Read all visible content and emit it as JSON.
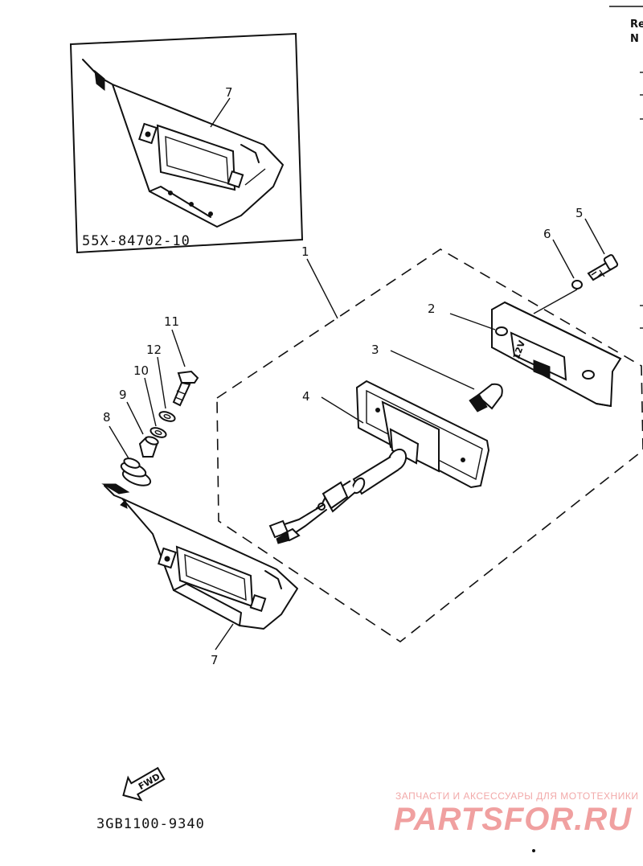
{
  "header_cut": {
    "line1": "Re",
    "line2": "N"
  },
  "inset": {
    "part_number": "55X-84702-10",
    "callout": "7"
  },
  "callouts": {
    "c1": "1",
    "c2": "2",
    "c3": "3",
    "c4": "4",
    "c5": "5",
    "c6": "6",
    "c7": "7",
    "c8": "8",
    "c9": "9",
    "c10": "10",
    "c11": "11",
    "c12": "12"
  },
  "bulb_marking": "12V",
  "fwd_label": "FWD",
  "diagram_code": "3GB1100-9340",
  "watermark": {
    "tagline": "ЗАПЧАСТИ И АКСЕССУАРЫ ДЛЯ МОТОТЕХНИКИ",
    "logo": "PARTSFOR.RU"
  },
  "colors": {
    "ink": "#111111",
    "watermark": "#f0a0a0",
    "background": "#ffffff"
  }
}
